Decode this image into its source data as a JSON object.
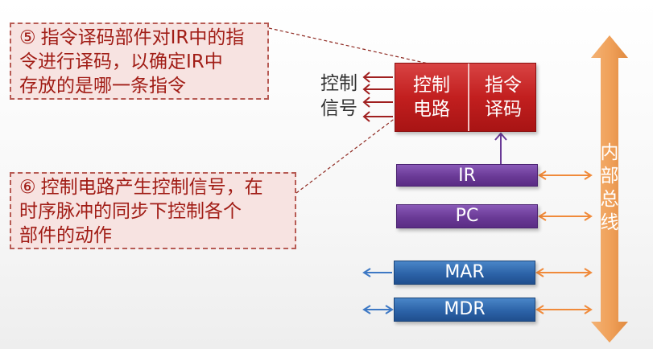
{
  "callouts": [
    {
      "number": "⑤",
      "lines": [
        "指令译码部件对IR中的指",
        "令进行译码，以确定IR中",
        "存放的是哪一条指令"
      ]
    },
    {
      "number": "⑥",
      "lines": [
        "控制电路产生控制信号，在",
        "时序脉冲的同步下控制各个",
        "部件的动作"
      ]
    }
  ],
  "control_unit": {
    "left_lines": [
      "控制",
      "电路"
    ],
    "right_lines": [
      "指令",
      "译码"
    ]
  },
  "signal_label": [
    "控制",
    "信号"
  ],
  "registers": {
    "ir": "IR",
    "pc": "PC",
    "mar": "MAR",
    "mdr": "MDR"
  },
  "bus_label": [
    "内",
    "部",
    "总",
    "线"
  ],
  "colors": {
    "callout_text": "#a11d16",
    "callout_fill": "#f7e3e1",
    "callout_border": "#b75b54",
    "control_unit": "#c21f1f",
    "register_purple": "#6a3a96",
    "register_blue": "#2c63a8",
    "bus": "#f0a15a",
    "bidirectional_arrow": "#f08a3a",
    "mar_mdr_arrow": "#3d78c4",
    "signal_arrow": "#a02020"
  }
}
